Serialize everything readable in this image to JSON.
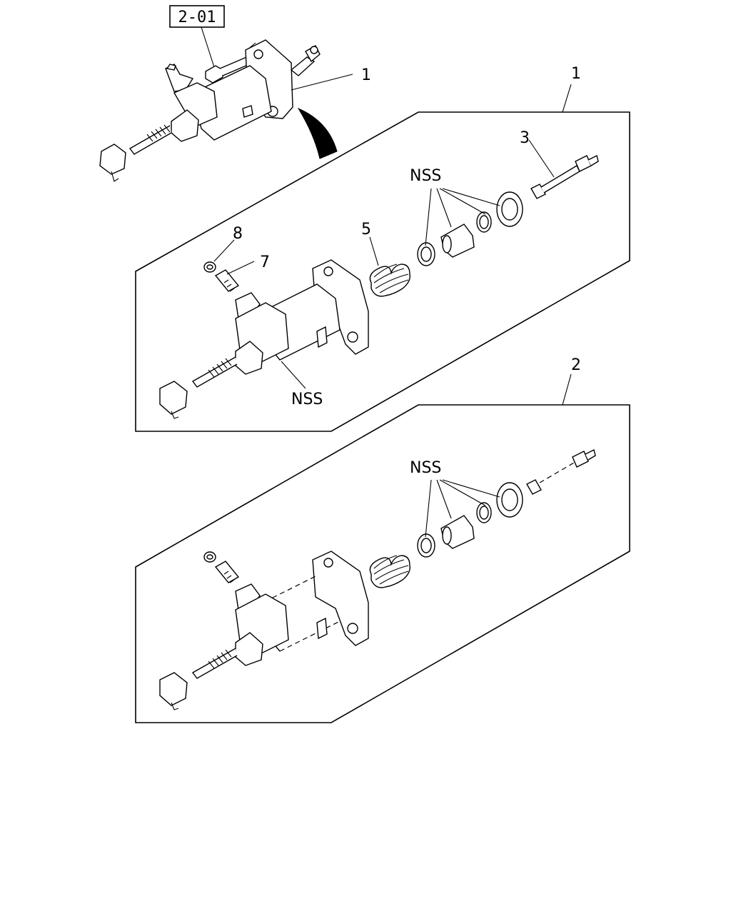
{
  "reference_box": {
    "text": "2-01"
  },
  "callouts": {
    "assembly_top": "1",
    "kit_1": "1",
    "kit_2": "2",
    "rod": "3",
    "spring": "5",
    "bleeder": "7",
    "cap": "8",
    "nss_upper_seals": "NSS",
    "nss_body": "NSS",
    "nss_lower_seals": "NSS"
  }
}
